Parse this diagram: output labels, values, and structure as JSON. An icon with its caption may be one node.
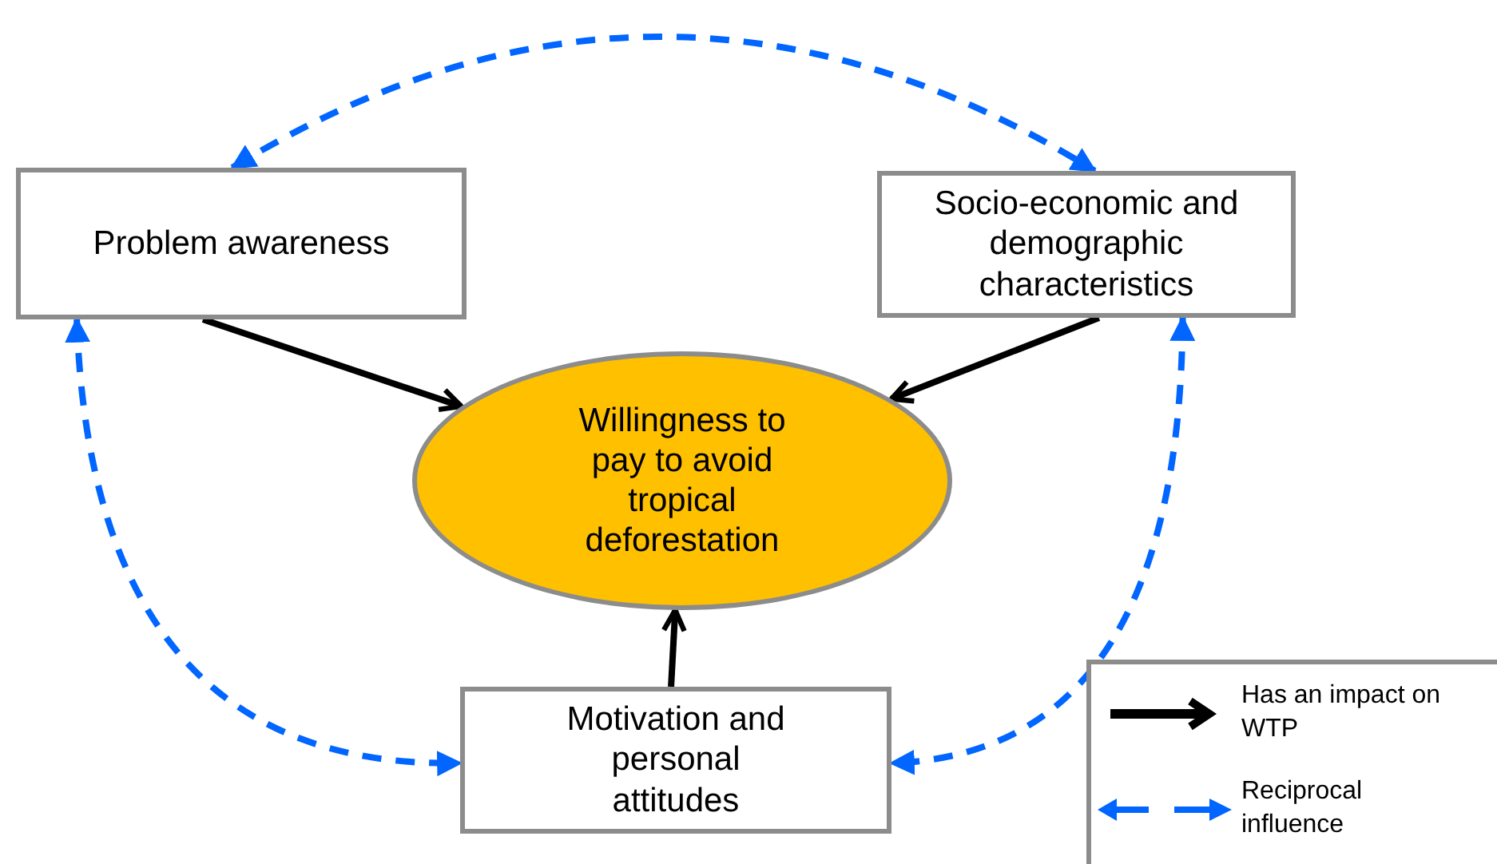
{
  "diagram": {
    "nodes": [
      {
        "text": [
          "Problem awareness"
        ]
      },
      {
        "text": [
          "Socio-economic and demographic characteristics"
        ]
      },
      {
        "text": [
          "Willingness to pay to avoid tropical deforestation"
        ]
      },
      {
        "text": [
          "Motivation and personal attitudes"
        ]
      }
    ],
    "edges": [
      {
        "from": 0,
        "to": 2,
        "arrow": "to"
      },
      {
        "from": 1,
        "to": 2,
        "arrow": "to"
      },
      {
        "from": 3,
        "to": 2,
        "arrow": "to"
      },
      {
        "from": 0,
        "to": 1,
        "arrow": "both",
        "style": "dashed",
        "color": "#0066ff"
      },
      {
        "from": 0,
        "to": 3,
        "arrow": "both",
        "style": "dashed",
        "color": "#0066ff"
      },
      {
        "from": 1,
        "to": 3,
        "arrow": "both",
        "style": "dashed",
        "color": "#0066ff"
      }
    ],
    "legend": [
      {
        "text": "Has an impact on WTP"
      },
      {
        "text": "Reciprocal influence"
      }
    ]
  }
}
